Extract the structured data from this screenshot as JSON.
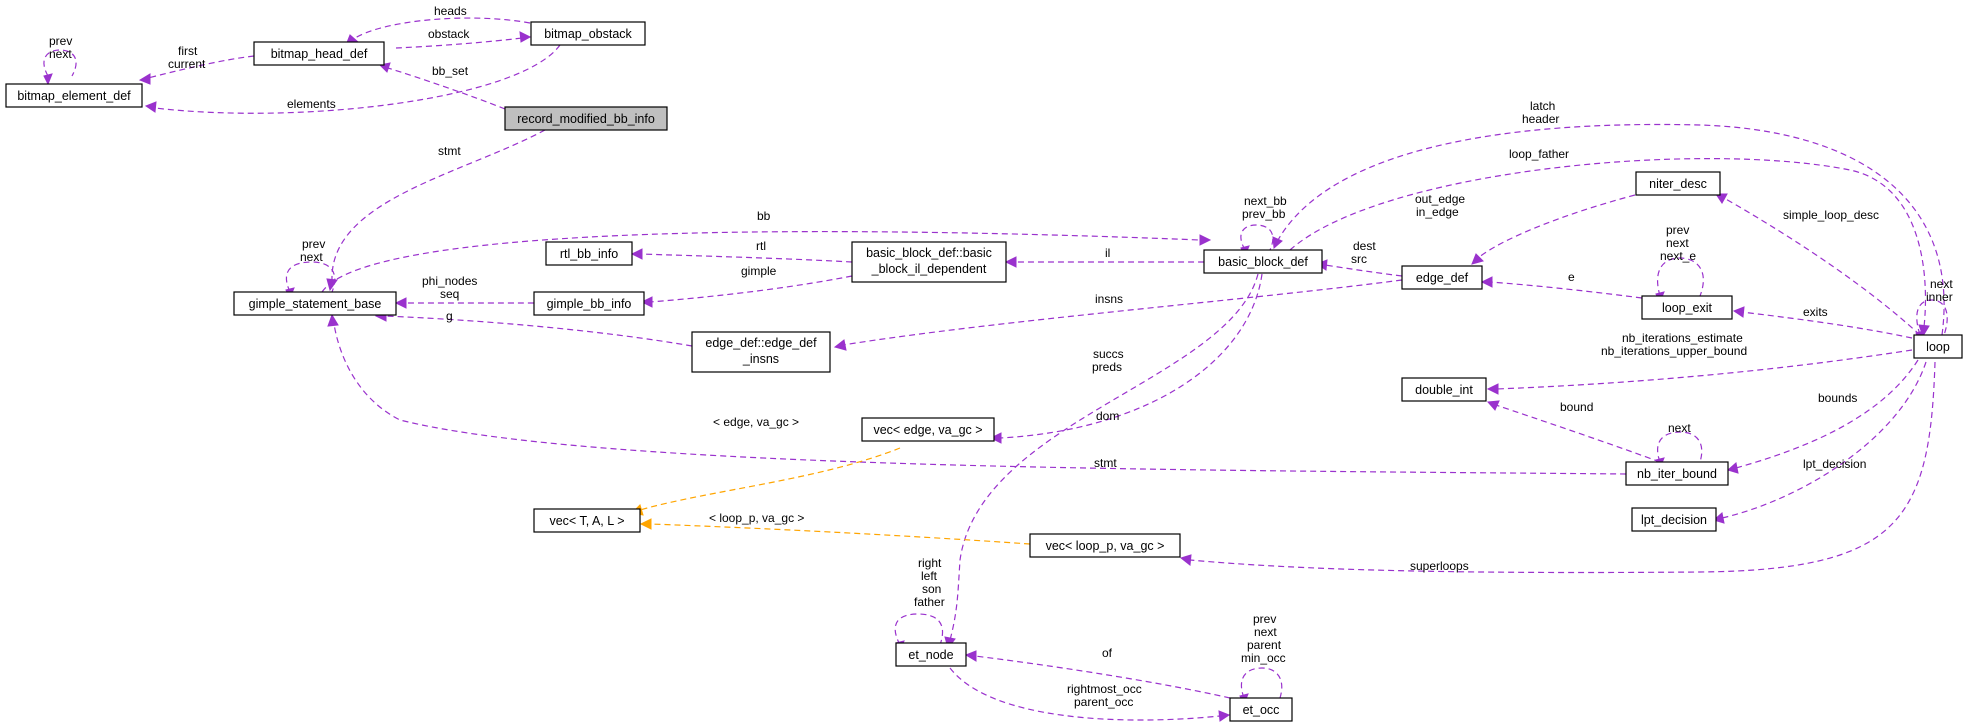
{
  "nodes": {
    "bitmap_element_def": "bitmap_element_def",
    "bitmap_head_def": "bitmap_head_def",
    "bitmap_obstack": "bitmap_obstack",
    "record_modified_bb_info": "record_modified_bb_info",
    "gimple_statement_base": "gimple_statement_base",
    "rtl_bb_info": "rtl_bb_info",
    "gimple_bb_info": "gimple_bb_info",
    "basic_block_il": [
      "basic_block_def::basic",
      "_block_il_dependent"
    ],
    "edge_def_insns": [
      "edge_def::edge_def",
      "_insns"
    ],
    "basic_block_def": "basic_block_def",
    "edge_def": "edge_def",
    "niter_desc": "niter_desc",
    "loop_exit": "loop_exit",
    "loop": "loop",
    "double_int": "double_int",
    "nb_iter_bound": "nb_iter_bound",
    "lpt_decision": "lpt_decision",
    "vec_edge": "vec< edge, va_gc >",
    "vec_tal": "vec< T, A, L >",
    "vec_loop": "vec< loop_p, va_gc >",
    "et_node": "et_node",
    "et_occ": "et_occ"
  },
  "edge_labels": {
    "bed_self": [
      "prev",
      "next"
    ],
    "bhd_to_bed": [
      "first",
      "current"
    ],
    "obstack_heads": "heads",
    "obstack": "obstack",
    "bb_set": "bb_set",
    "elements": "elements",
    "stmt_top": "stmt",
    "gsb_self": [
      "prev",
      "next"
    ],
    "bb": "bb",
    "rtl": "rtl",
    "gimple": "gimple",
    "phi_nodes": [
      "phi_nodes",
      "seq"
    ],
    "g": "g",
    "il": "il",
    "insns": "insns",
    "bbd_self": [
      "next_bb",
      "prev_bb"
    ],
    "dest_src": [
      "dest",
      "src"
    ],
    "out_in_edge": [
      "out_edge",
      "in_edge"
    ],
    "latch_header": [
      "latch",
      "header"
    ],
    "loop_father": "loop_father",
    "simple_loop_desc": "simple_loop_desc",
    "le_self": [
      "prev",
      "next",
      "next_e"
    ],
    "e": "e",
    "exits": "exits",
    "loop_self": [
      "next",
      "inner"
    ],
    "nb_iter": [
      "nb_iterations_estimate",
      "nb_iterations_upper_bound"
    ],
    "bound": "bound",
    "nib_self": "next",
    "bounds": "bounds",
    "stmt_long": "stmt",
    "lpt_decision": "lpt_decision",
    "succs_preds": [
      "succs",
      "preds"
    ],
    "edge_va_gc": "< edge, va_gc >",
    "dom": "dom",
    "loop_p_va_gc": "< loop_p, va_gc >",
    "superloops": "superloops",
    "etn_self": [
      "right",
      "left",
      "son",
      "father"
    ],
    "of": "of",
    "rightmost": [
      "rightmost_occ",
      "parent_occ"
    ],
    "eto_self": [
      "prev",
      "next",
      "parent",
      "min_occ"
    ]
  }
}
